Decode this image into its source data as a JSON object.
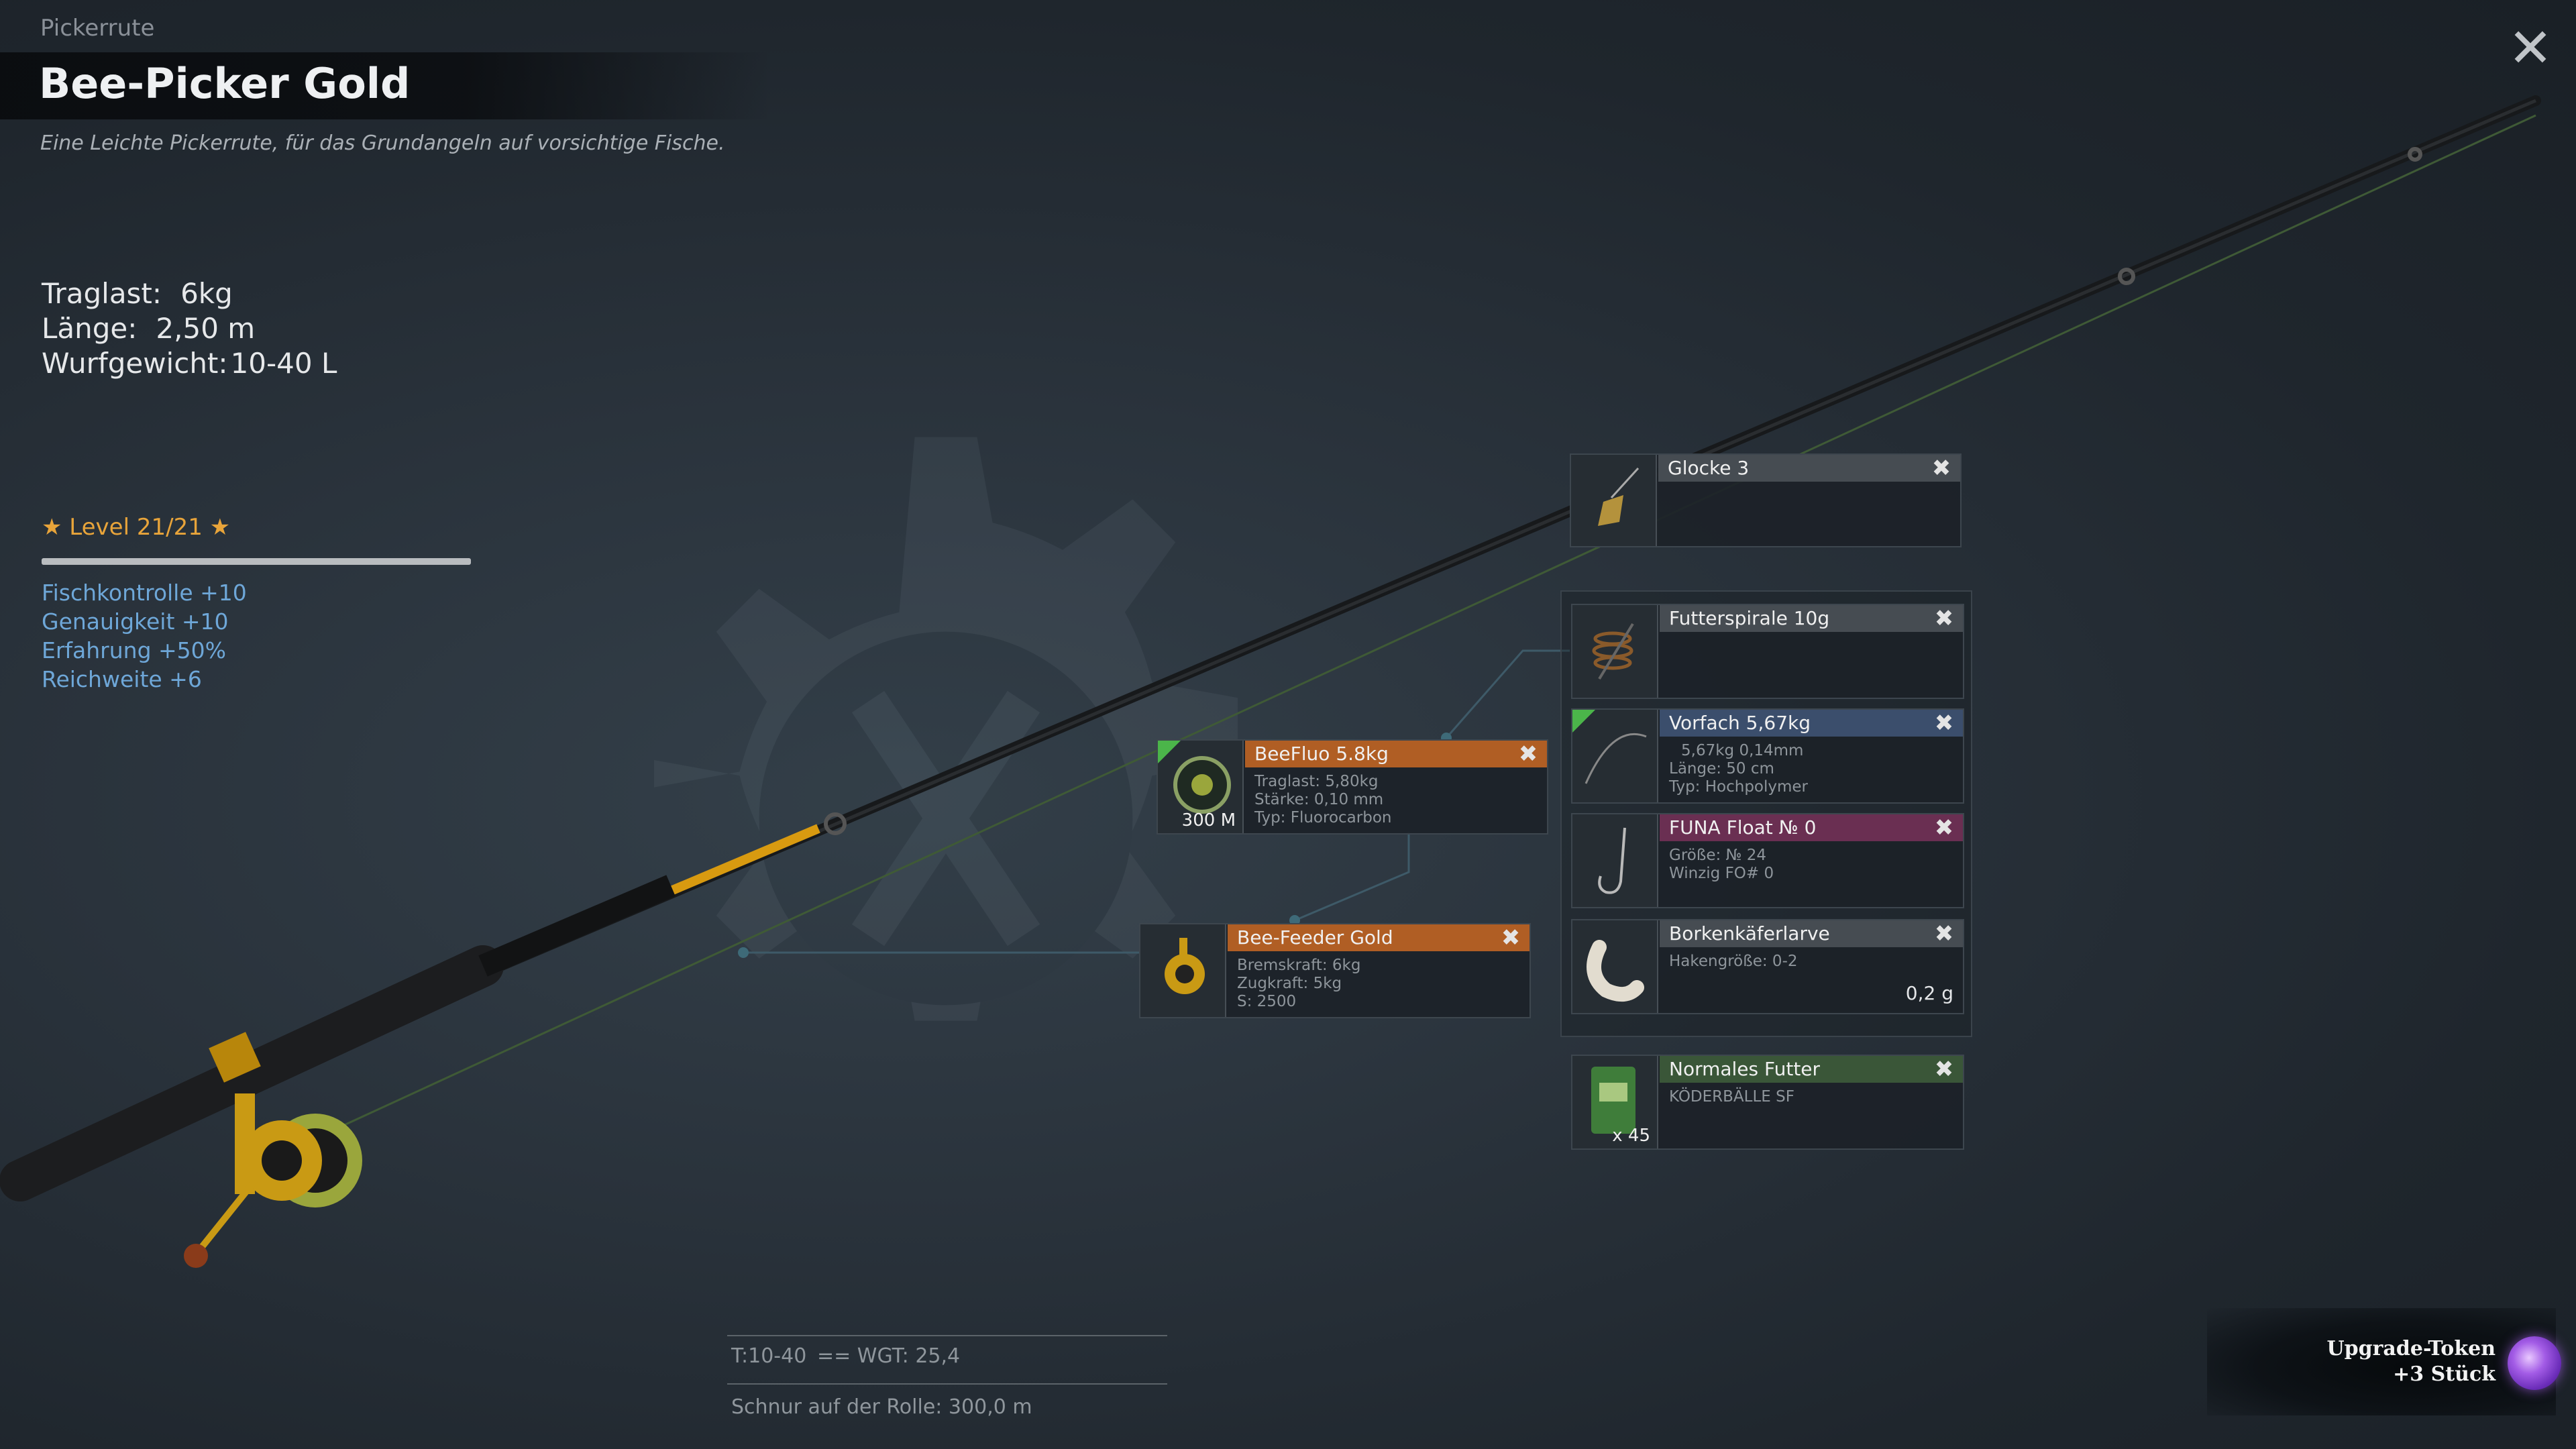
{
  "header": {
    "category": "Pickerrute",
    "title": "Bee-Picker Gold",
    "description": "Eine Leichte Pickerrute, für das Grundangeln auf vorsichtige Fische."
  },
  "stats": [
    {
      "label": "Traglast:",
      "value": "6kg"
    },
    {
      "label": "Länge:",
      "value": "2,50 m"
    },
    {
      "label": "Wurfgewicht:",
      "value": "10-40 L"
    }
  ],
  "level": {
    "text": "★ Level 21/21 ★",
    "progress": 1.0,
    "bonuses": [
      "Fischkontrolle +10",
      "Genauigkeit +10",
      "Erfahrung +50%",
      "Reichweite +6"
    ]
  },
  "slots": {
    "glocke": {
      "name": "Glocke 3"
    },
    "futterspirale": {
      "name": "Futterspirale 10g"
    },
    "vorfach": {
      "name": "Vorfach  5,67kg",
      "info": [
        "5,67kg   0,14mm",
        "Länge:    50 cm",
        "Typ: Hochpolymer"
      ]
    },
    "float": {
      "name": "FUNA Float № 0",
      "info": [
        "Größe: № 24",
        "Winzig FO# 0"
      ]
    },
    "bait": {
      "name": "Borkenkäferlarve",
      "info": [
        "Hakengröße: 0-2"
      ],
      "weight": "0,2 g"
    },
    "futter": {
      "name": "Normales Futter",
      "info": [
        "KÖDERBÄLLE SF"
      ],
      "count": "x 45"
    },
    "line": {
      "name": "BeeFluo 5.8kg",
      "info": [
        "Traglast:    5,80kg",
        "Stärke:    0,10 mm",
        "Typ: Fluorocarbon"
      ],
      "length": "300 M"
    },
    "reel": {
      "name": "Bee-Feeder Gold",
      "info": [
        "Bremskraft:    6kg",
        "Zugkraft:    5kg",
        "S: 2500"
      ]
    }
  },
  "bottom": {
    "test": "T:10-40",
    "wgt": "== WGT: 25,4",
    "spool": "Schnur auf der Rolle: 300,0 m"
  },
  "token": {
    "line1": "Upgrade-Token",
    "line2": "+3 Stück"
  },
  "icons": {
    "close": "close-icon",
    "remove": "remove-x-icon"
  },
  "colors": {
    "accent_orange": "#b05e24",
    "level": "#e8a43a",
    "bonus": "#6ea7d8"
  }
}
